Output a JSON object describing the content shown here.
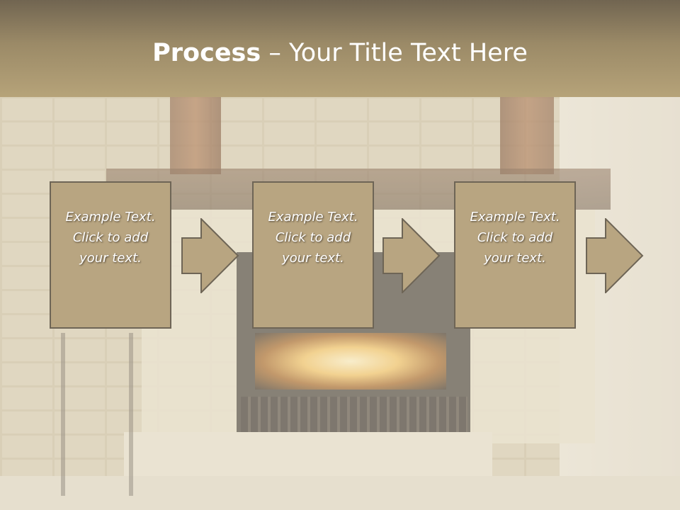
{
  "title": {
    "bold": "Process",
    "rest": " – Your Title Text Here"
  },
  "steps": [
    {
      "text": "Example Text.\nClick  to add\nyour text."
    },
    {
      "text": "Example Text.\nClick  to add\nyour text."
    },
    {
      "text": "Example Text.\nClick  to add\nyour text."
    }
  ],
  "colors": {
    "title_bar": "#9b8a67",
    "box_fill": "#b8a581",
    "box_border": "#6e6556",
    "text": "#ffffff"
  }
}
